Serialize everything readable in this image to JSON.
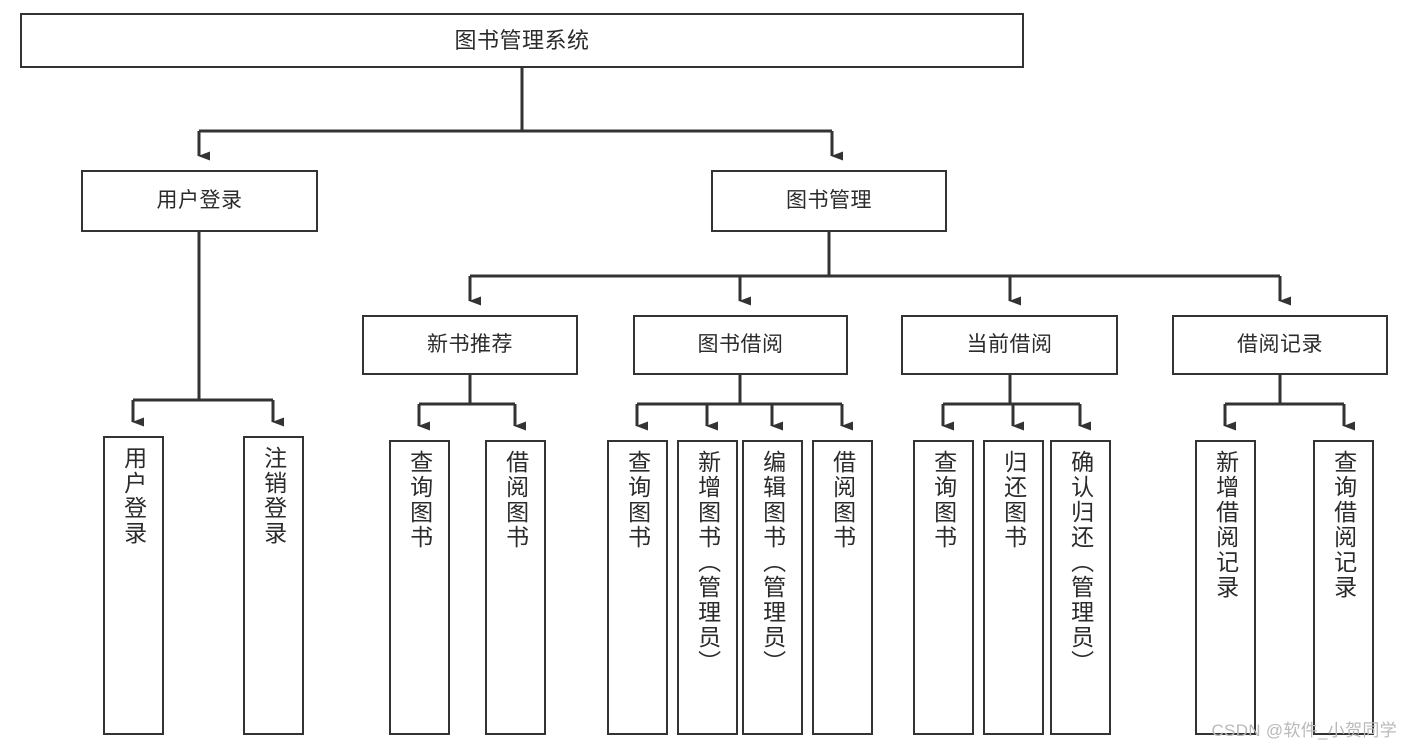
{
  "diagram": {
    "title": "图书管理系统",
    "type": "tree-hierarchy",
    "root": {
      "label": "图书管理系统"
    },
    "level2": [
      {
        "label": "用户登录"
      },
      {
        "label": "图书管理"
      }
    ],
    "level3": [
      {
        "label": "新书推荐"
      },
      {
        "label": "图书借阅"
      },
      {
        "label": "当前借阅"
      },
      {
        "label": "借阅记录"
      }
    ],
    "leaves": {
      "user_login": [
        {
          "label": "用户登录"
        },
        {
          "label": "注销登录"
        }
      ],
      "new_book_recommend": [
        {
          "label": "查询图书"
        },
        {
          "label": "借阅图书"
        }
      ],
      "book_borrow": [
        {
          "label": "查询图书"
        },
        {
          "label": "新增图书（管理员）"
        },
        {
          "label": "编辑图书（管理员）"
        },
        {
          "label": "借阅图书"
        }
      ],
      "current_borrow": [
        {
          "label": "查询图书"
        },
        {
          "label": "归还图书"
        },
        {
          "label": "确认归还（管理员）"
        }
      ],
      "borrow_record": [
        {
          "label": "新增借阅记录"
        },
        {
          "label": "查询借阅记录"
        }
      ]
    }
  },
  "watermark": {
    "text": "CSDN @软件_小贺同学"
  },
  "colors": {
    "stroke": "#333333",
    "text": "#2b2b2b",
    "background": "#ffffff",
    "watermark": "#b9b9b9"
  }
}
